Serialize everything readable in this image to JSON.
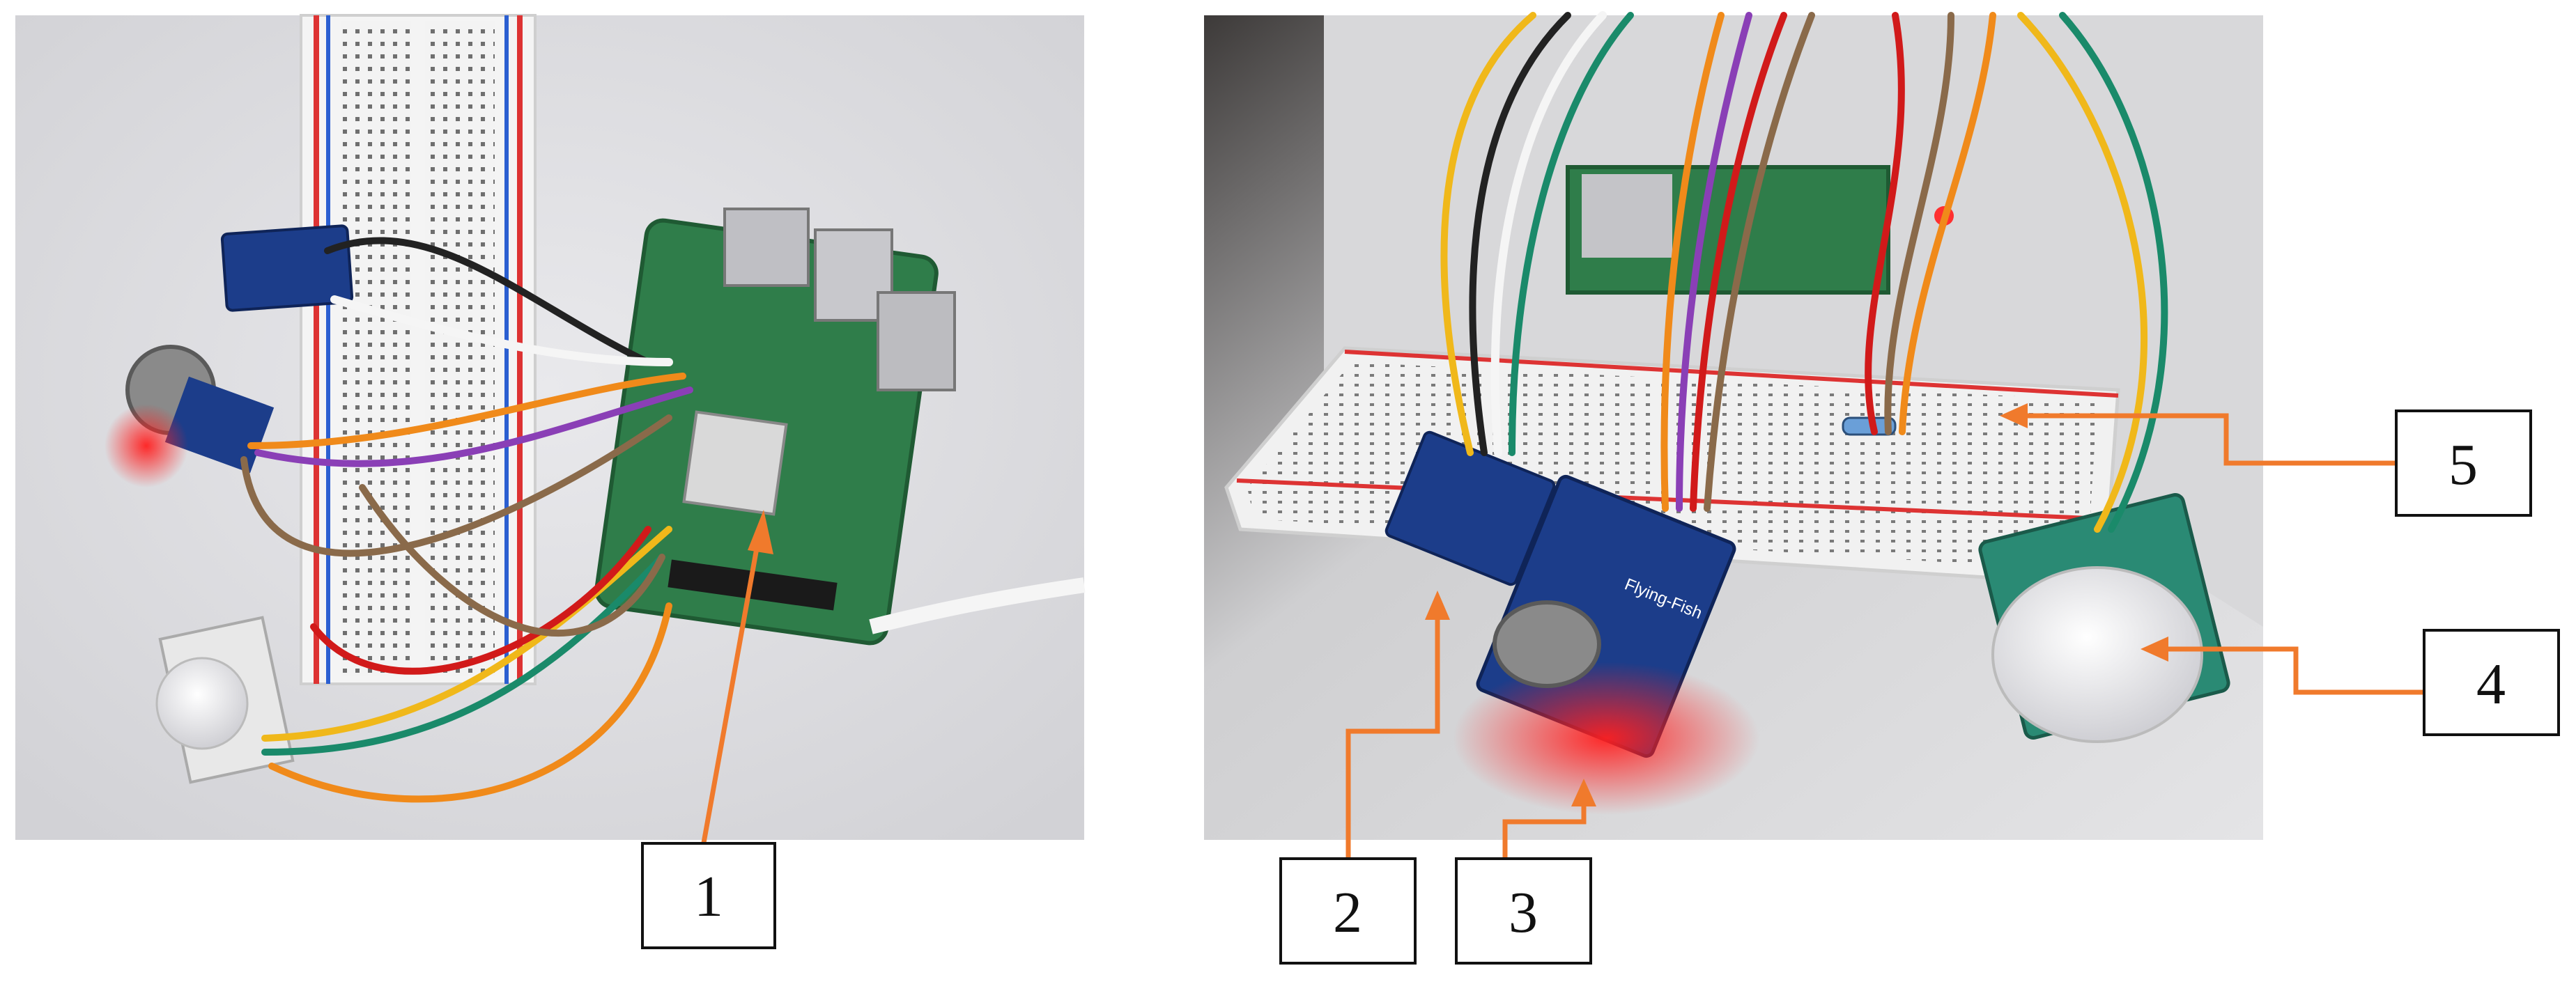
{
  "figure": {
    "left_photo": {
      "description_icon": "breadboard-setup-top-view"
    },
    "right_photo": {
      "description_icon": "breadboard-setup-angled-view"
    },
    "callouts": [
      {
        "id": "1",
        "label": "1"
      },
      {
        "id": "2",
        "label": "2"
      },
      {
        "id": "3",
        "label": "3"
      },
      {
        "id": "4",
        "label": "4"
      },
      {
        "id": "5",
        "label": "5"
      }
    ],
    "sensor_board_text": "Flying-Fish",
    "colors": {
      "arrow": "#f07a2c",
      "label_border": "#111111",
      "board_green": "#2f7d4a",
      "board_blue": "#1c3d8a",
      "led_red": "#ff2020"
    }
  }
}
